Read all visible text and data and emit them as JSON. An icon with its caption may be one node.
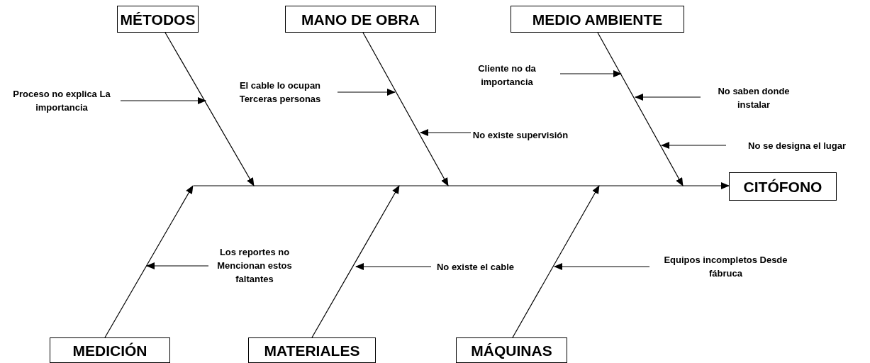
{
  "diagram": {
    "nodes": [
      {
        "text": [
          "MÉTODOS"
        ]
      },
      {
        "text": [
          "MANO DE OBRA"
        ]
      },
      {
        "text": [
          "MEDIO AMBIENTE"
        ]
      },
      {
        "text": [
          "CITÓFONO"
        ]
      },
      {
        "text": [
          "MEDICIÓN"
        ]
      },
      {
        "text": [
          "MATERIALES"
        ]
      },
      {
        "text": [
          "MÁQUINAS"
        ]
      },
      {
        "text": [
          "Proceso no explica La importancia"
        ]
      },
      {
        "text": [
          "El cable lo ocupan Terceras personas"
        ]
      },
      {
        "text": [
          "No existe supervisión"
        ]
      },
      {
        "text": [
          "Cliente no da importancia"
        ]
      },
      {
        "text": [
          "No saben donde instalar"
        ]
      },
      {
        "text": [
          "No se designa el lugar"
        ]
      },
      {
        "text": [
          "Los reportes no Mencionan estos faltantes"
        ]
      },
      {
        "text": [
          "No existe el cable"
        ]
      },
      {
        "text": [
          "Equipos incompletos Desde fábruca"
        ]
      }
    ],
    "edges": [
      {
        "from": null,
        "to": 3,
        "arrow": "to"
      },
      {
        "from": 0,
        "to": null,
        "arrow": "to"
      },
      {
        "from": 1,
        "to": null,
        "arrow": "to"
      },
      {
        "from": 2,
        "to": null,
        "arrow": "to"
      },
      {
        "from": 4,
        "to": null,
        "arrow": "to"
      },
      {
        "from": 5,
        "to": null,
        "arrow": "to"
      },
      {
        "from": 6,
        "to": null,
        "arrow": "to"
      },
      {
        "from": 7,
        "to": null,
        "arrow": "to"
      },
      {
        "from": 8,
        "to": null,
        "arrow": "to"
      },
      {
        "from": 9,
        "to": null,
        "arrow": "to"
      },
      {
        "from": 10,
        "to": null,
        "arrow": "to"
      },
      {
        "from": 11,
        "to": null,
        "arrow": "to"
      },
      {
        "from": 12,
        "to": null,
        "arrow": "to"
      },
      {
        "from": 13,
        "to": null,
        "arrow": "to"
      },
      {
        "from": 14,
        "to": null,
        "arrow": "to"
      },
      {
        "from": 15,
        "to": null,
        "arrow": "to"
      }
    ]
  }
}
